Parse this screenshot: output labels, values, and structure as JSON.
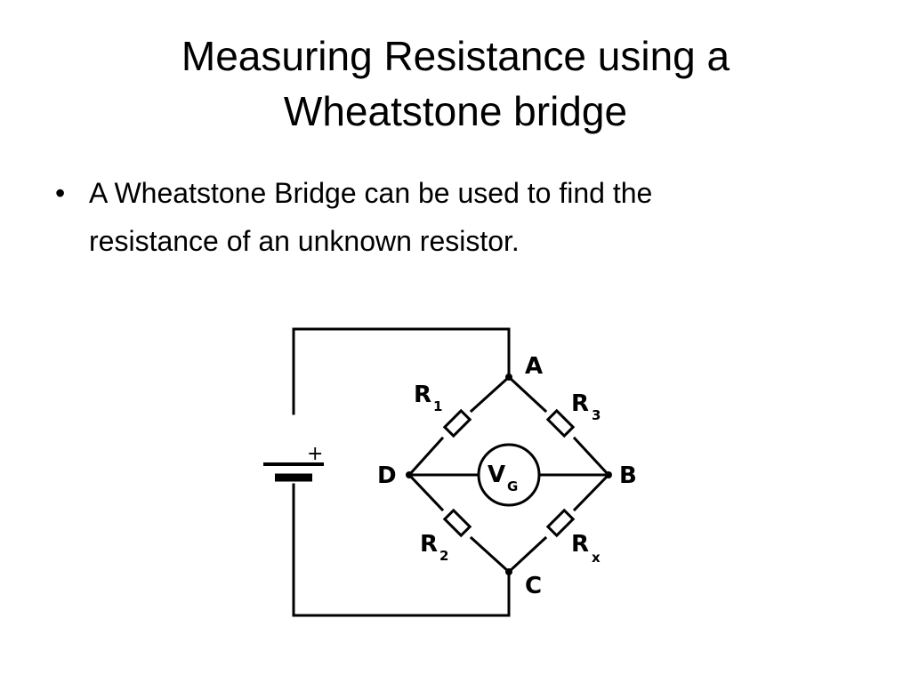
{
  "slide": {
    "title_line1": "Measuring Resistance using a",
    "title_line2": "Wheatstone bridge",
    "bullets": [
      {
        "glyph": "•",
        "line1": "A Wheatstone Bridge can be used to find the",
        "line2": "resistance of an unknown resistor."
      }
    ]
  },
  "diagram": {
    "nodes": {
      "a": "A",
      "b": "B",
      "c": "C",
      "d": "D"
    },
    "resistors": {
      "r1": {
        "main": "R",
        "sub": "1"
      },
      "r2": {
        "main": "R",
        "sub": "2"
      },
      "r3": {
        "main": "R",
        "sub": "3"
      },
      "rx": {
        "main": "R",
        "sub": "x"
      }
    },
    "galvanometer": {
      "main": "V",
      "sub": "G"
    },
    "battery_polarity": "+"
  }
}
